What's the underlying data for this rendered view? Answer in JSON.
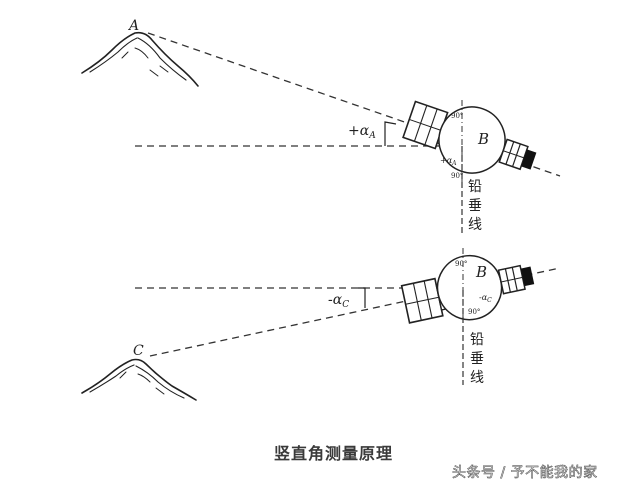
{
  "diagram": {
    "caption": "竖直角测量原理",
    "watermark": "头条号 / 予不能我的家",
    "top_scene": {
      "target_point": "A",
      "angle_label": "+α",
      "angle_subscript": "A",
      "instrument_center": "B",
      "scale_top": "90°",
      "scale_bottom": "90°",
      "inner_angle_label": "+α",
      "inner_angle_subscript": "A",
      "plumb_line_label": [
        "铅",
        "垂",
        "线"
      ]
    },
    "bottom_scene": {
      "target_point": "C",
      "angle_label": "-α",
      "angle_subscript": "C",
      "instrument_center": "B",
      "scale_top": "90°",
      "scale_bottom": "90°",
      "inner_angle_label": "-α",
      "inner_angle_subscript": "C",
      "plumb_line_label": [
        "铅",
        "垂",
        "线"
      ]
    },
    "colors": {
      "line": "#222222",
      "background": "#ffffff"
    }
  }
}
